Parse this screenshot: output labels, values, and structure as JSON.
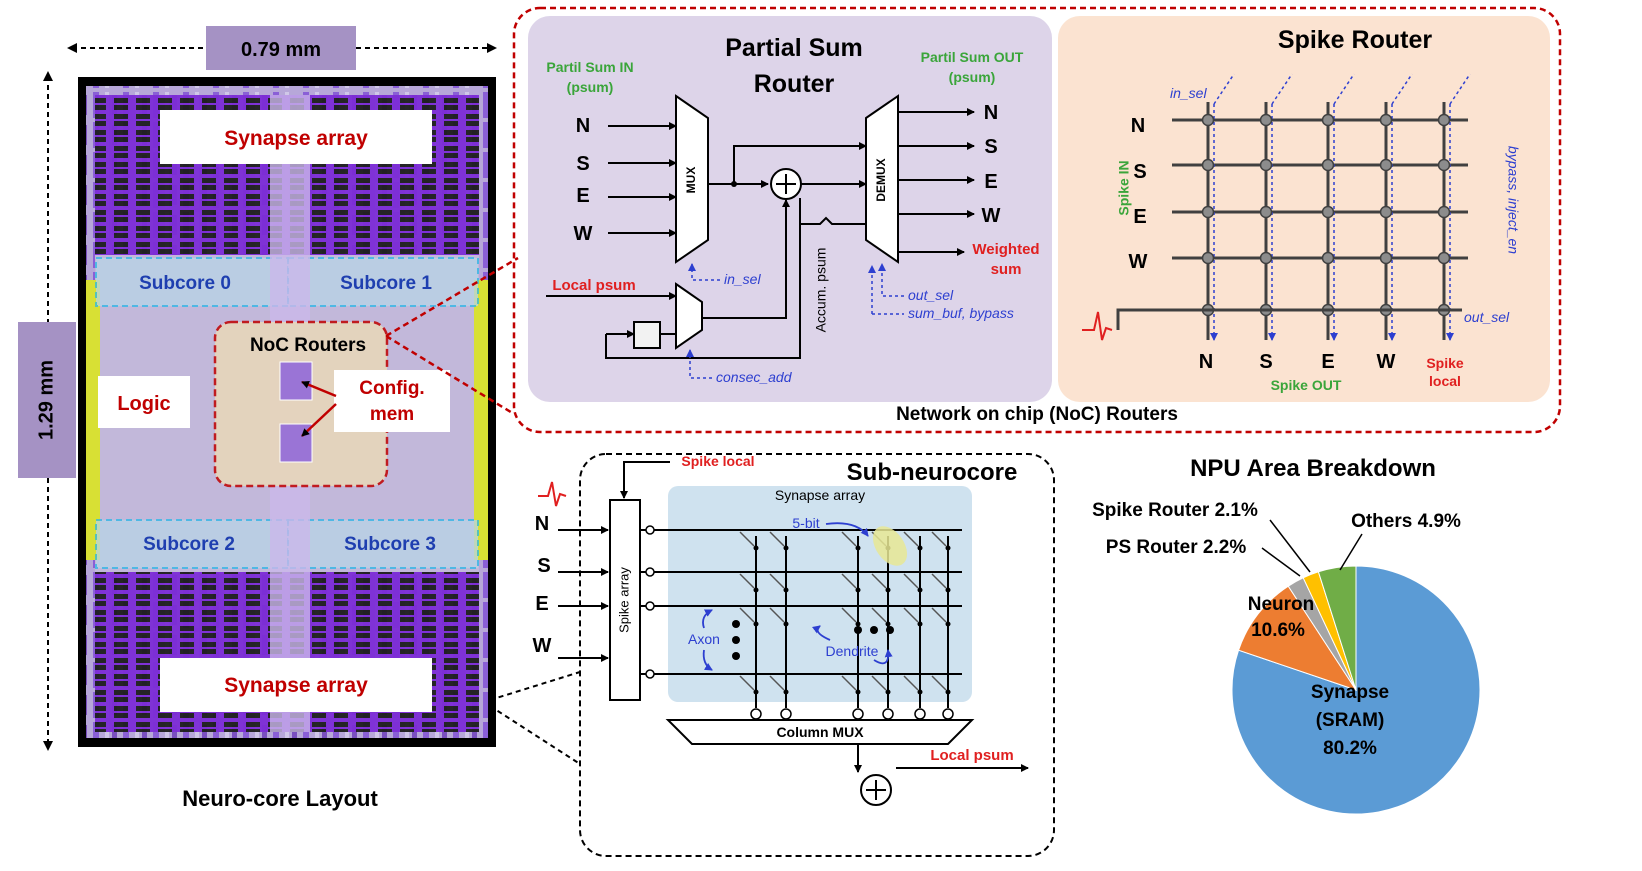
{
  "layout": {
    "width_dim": "0.79 mm",
    "height_dim": "1.29 mm",
    "caption": "Neuro-core Layout",
    "synapse_array_top": "Synapse array",
    "synapse_array_bottom": "Synapse array",
    "subcores": [
      "Subcore 0",
      "Subcore 1",
      "Subcore 2",
      "Subcore 3"
    ],
    "logic": "Logic",
    "noc_routers": "NoC Routers",
    "config_mem_1": "Config.",
    "config_mem_2": "mem"
  },
  "noc": {
    "caption": "Network on chip (NoC) Routers",
    "psum_router": {
      "title_1": "Partial Sum",
      "title_2": "Router",
      "in_label_1": "Partil Sum IN",
      "in_label_2": "(psum)",
      "out_label_1": "Partil Sum OUT",
      "out_label_2": "(psum)",
      "inputs": [
        "N",
        "S",
        "E",
        "W"
      ],
      "outputs": [
        "N",
        "S",
        "E",
        "W"
      ],
      "weighted_1": "Weighted",
      "weighted_2": "sum",
      "local_psum": "Local psum",
      "mux": "MUX",
      "demux": "DEMUX",
      "accum": "Accum. psum",
      "in_sel": "in_sel",
      "out_sel": "out_sel",
      "sum_buf": "sum_buf, bypass",
      "consec_add": "consec_add"
    },
    "spike_router": {
      "title": "Spike Router",
      "in_sel": "in_sel",
      "spike_in": "Spike IN",
      "rows": [
        "N",
        "S",
        "E",
        "W"
      ],
      "cols": [
        "N",
        "S",
        "E",
        "W"
      ],
      "spike_local_1": "Spike",
      "spike_local_2": "local",
      "spike_out": "Spike OUT",
      "bypass": "bypass, inject_en",
      "out_sel": "out_sel"
    }
  },
  "subneurocore": {
    "title": "Sub-neurocore",
    "spike_local": "Spike local",
    "synapse_array": "Synapse array",
    "bit5": "5-bit",
    "inputs": [
      "N",
      "S",
      "E",
      "W"
    ],
    "spike_array": "Spike array",
    "axon": "Axon",
    "dendrite": "Dendrite",
    "column_mux": "Column MUX",
    "local_psum": "Local psum"
  },
  "area": {
    "title": "NPU Area Breakdown",
    "labels": {
      "spike_router": "Spike Router 2.1%",
      "ps_router": "PS Router 2.2%",
      "others": "Others 4.9%",
      "neuron_1": "Neuron",
      "neuron_2": "10.6%",
      "synapse_1": "Synapse",
      "synapse_2": "(SRAM)",
      "synapse_3": "80.2%"
    }
  },
  "chart_data": {
    "type": "pie",
    "title": "NPU Area Breakdown",
    "categories": [
      "Synapse (SRAM)",
      "Neuron",
      "PS Router",
      "Spike Router",
      "Others"
    ],
    "values": [
      80.2,
      10.6,
      2.2,
      2.1,
      4.9
    ],
    "colors": [
      "#5b9bd5",
      "#ed7d31",
      "#a5a5a5",
      "#ffc000",
      "#70ad47"
    ]
  }
}
